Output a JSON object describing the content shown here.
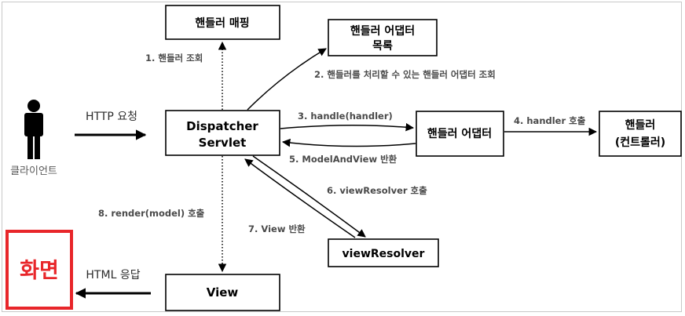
{
  "nodes": {
    "handler_mapping": "핸들러 매핑",
    "handler_adapter_list": [
      "핸들러 어댑터",
      "목록"
    ],
    "dispatcher_servlet": [
      "Dispatcher",
      "Servlet"
    ],
    "handler_adapter": "핸들러 어댑터",
    "handler": [
      "핸들러",
      "(컨트롤러)"
    ],
    "view_resolver": "viewResolver",
    "view": "View",
    "client": "클라이언트",
    "screen": "화면"
  },
  "edges": {
    "http_request": "HTTP 요청",
    "html_response": "HTML 응답",
    "step1": "1. 핸들러 조회",
    "step2": "2. 핸들러를 처리할 수 있는 핸들러 어댑터 조회",
    "step3": "3. handle(handler)",
    "step4": "4. handler 호출",
    "step5": "5. ModelAndView 반환",
    "step6": "6. viewResolver 호출",
    "step7": "7. View 반환",
    "step8": "8. render(model) 호출"
  },
  "colors": {
    "screen_accent": "#e8262a",
    "frame": "#c8c8c8"
  }
}
